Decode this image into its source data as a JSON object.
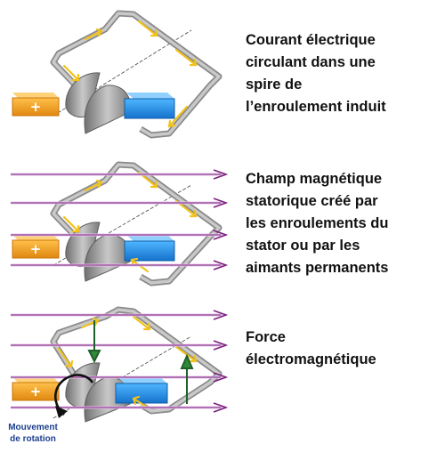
{
  "panels": [
    {
      "caption_lines": [
        "Courant électrique",
        "circulant dans une",
        "spire de",
        "l’enroulement induit"
      ],
      "magnet_label": "+"
    },
    {
      "caption_lines": [
        "Champ magnétique",
        "statorique créé par",
        "les enroulements du",
        "stator ou par les",
        "aimants permanents"
      ],
      "magnet_label": "+"
    },
    {
      "caption_lines": [
        "Force",
        "électromagnétique"
      ],
      "magnet_label": "+",
      "motion_label_lines": [
        "Mouvement",
        "de rotation"
      ]
    }
  ],
  "colors": {
    "wire": "#a9a9a9",
    "current_arrow": "#f2c21a",
    "field_arrow": "#7a1f7d",
    "field_line": "#e6c6ea",
    "force_arrow": "#1f5f2a",
    "magnet_positive": "#f29a1f",
    "magnet_negative": "#1f8fe8",
    "commutator": "#8f8f8f",
    "rotation_arrow": "#111111",
    "motion_text": "#1e3f8f"
  }
}
